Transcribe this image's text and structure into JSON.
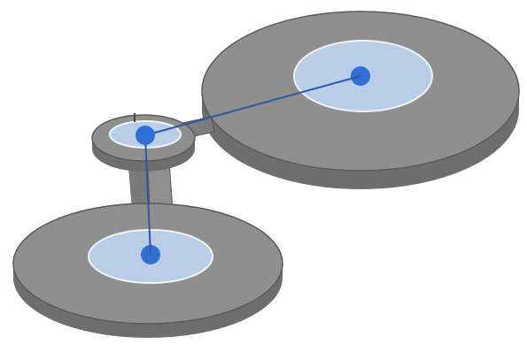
{
  "diagram": {
    "type": "3d-disc-assembly",
    "colors": {
      "disc_top": "#8f8f8f",
      "disc_side": "#6e6e6e",
      "disc_edge": "#5a5a5a",
      "zone_fill": "#b9cde6",
      "zone_stroke": "#eef4fb",
      "node_fill": "#2f6fd6",
      "link_stroke": "#2a57a8"
    },
    "elements": [
      {
        "id": "large-disc",
        "kind": "disc"
      },
      {
        "id": "small-disc",
        "kind": "disc"
      },
      {
        "id": "lower-disc",
        "kind": "disc"
      },
      {
        "id": "connecting-column",
        "kind": "column"
      },
      {
        "id": "bridge-link",
        "kind": "connector"
      }
    ],
    "links": [
      {
        "from": "small-disc-node",
        "to": "large-disc-node"
      },
      {
        "from": "small-disc-node",
        "to": "lower-disc-node"
      }
    ]
  }
}
